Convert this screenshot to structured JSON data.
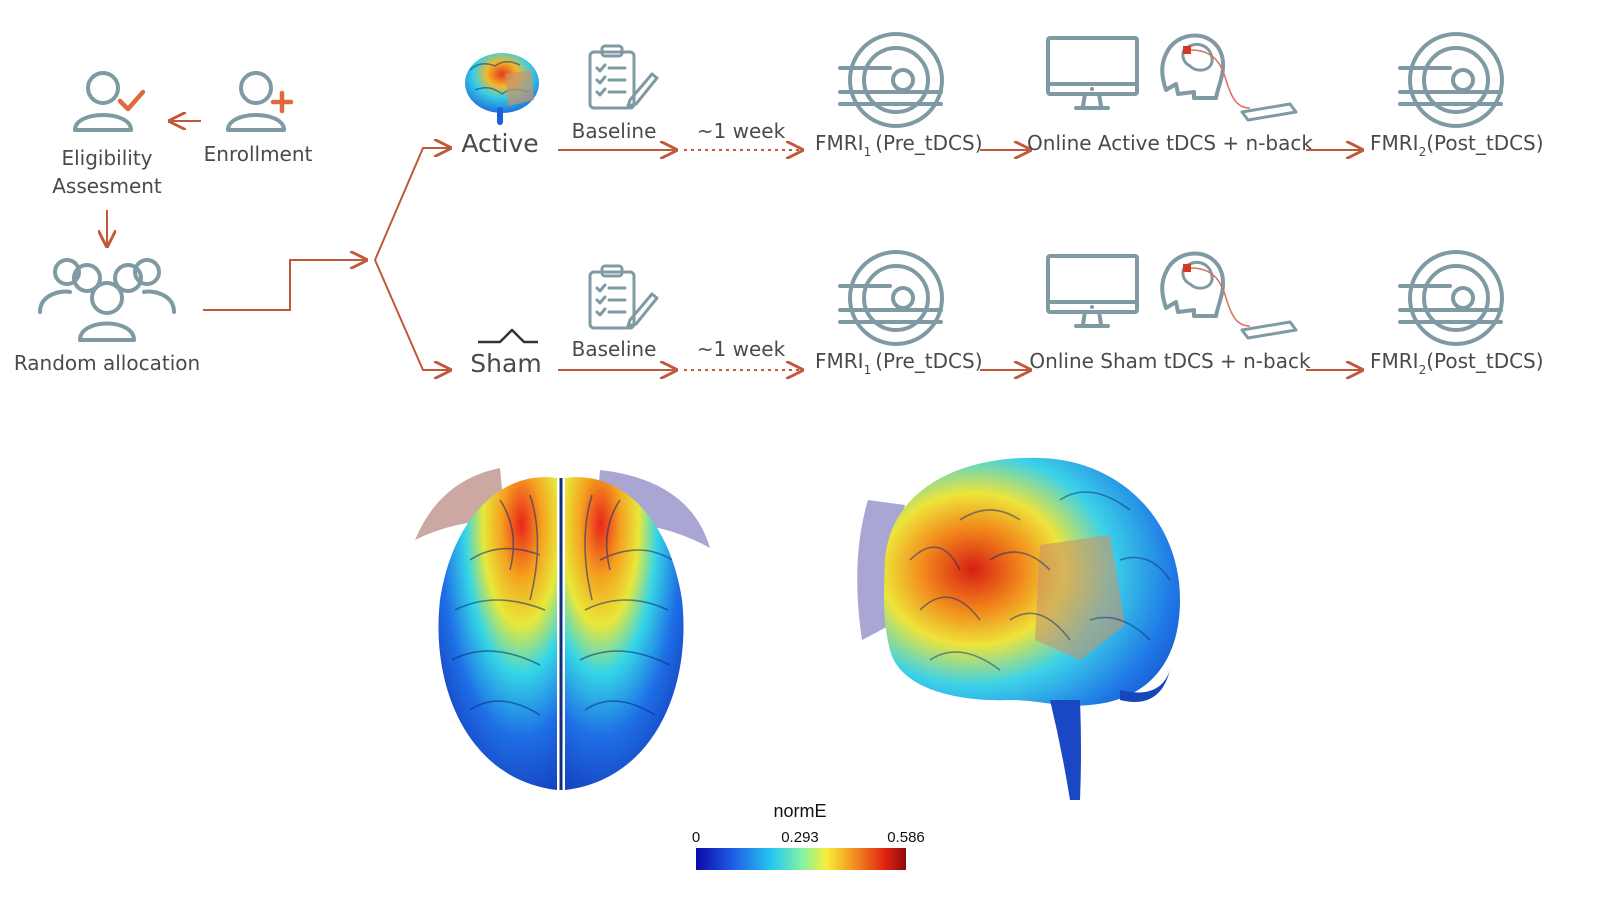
{
  "enrollment": {
    "eligibility_line1": "Eligibility",
    "eligibility_line2": "Assesment",
    "enrollment": "Enrollment",
    "random": "Random allocation"
  },
  "arms": [
    {
      "arm": "Active",
      "baseline": "Baseline",
      "week": "~1 week",
      "fmri_pre_prefix": "FMRI",
      "fmri_pre_sub": "1",
      "fmri_pre_suffix": "(Pre_tDCS)",
      "stim": "Online Active tDCS + n-back",
      "fmri_post_prefix": "FMRI",
      "fmri_post_sub": "2",
      "fmri_post_suffix": "(Post_tDCS)"
    },
    {
      "arm": "Sham",
      "baseline": "Baseline",
      "week": "~1 week",
      "fmri_pre_prefix": "FMRI",
      "fmri_pre_sub": "1",
      "fmri_pre_suffix": "(Pre_tDCS)",
      "stim": "Online Sham tDCS + n-back",
      "fmri_post_prefix": "FMRI",
      "fmri_post_sub": "2",
      "fmri_post_suffix": "(Post_tDCS)"
    }
  ],
  "colorbar": {
    "title": "normE",
    "min": "0",
    "mid": "0.293",
    "max": "0.586",
    "colors": [
      "#0a0aa8",
      "#1f5fe6",
      "#27c6f0",
      "#7df2a8",
      "#f7ef3a",
      "#f48a1f",
      "#e02412",
      "#8e0a0a"
    ]
  },
  "colors": {
    "accent": "#c0583a",
    "icon": "#7f9aa3",
    "text": "#4a4a4a"
  }
}
